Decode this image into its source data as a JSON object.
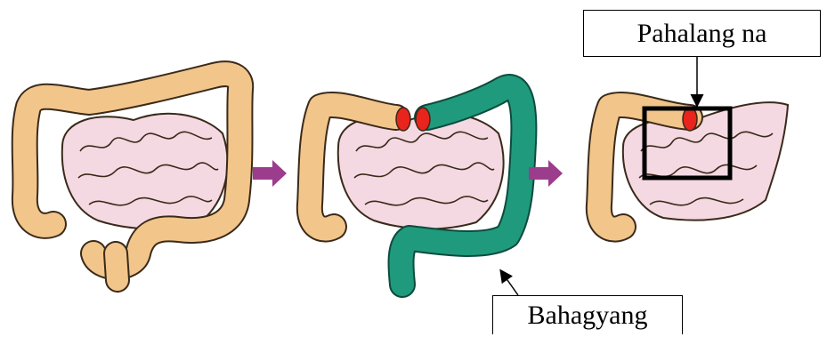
{
  "labels": {
    "top_box": "Pahalang na",
    "bottom_box": "Bahagyang"
  },
  "colors": {
    "colon": "#f2c58a",
    "colon_outline": "#3a2a1a",
    "removed_colon": "#1f9a7c",
    "small_intestine": "#f4d9e2",
    "cut_ends": "#e8241c",
    "arrow": "#9c3c8c",
    "highlight_box": "#000000"
  },
  "panels": [
    {
      "name": "intact-colon"
    },
    {
      "name": "resection-marked"
    },
    {
      "name": "after-anastomosis"
    }
  ]
}
